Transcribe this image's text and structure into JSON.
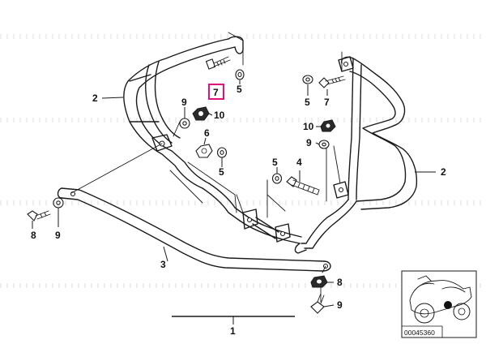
{
  "diagram": {
    "accent_color": "#e0137b",
    "labels": [
      {
        "id": "lbl-2-left",
        "text": "2"
      },
      {
        "id": "lbl-7-highlight",
        "text": "7"
      },
      {
        "id": "lbl-5-top",
        "text": "5"
      },
      {
        "id": "lbl-9-a",
        "text": "9"
      },
      {
        "id": "lbl-10-a",
        "text": "10"
      },
      {
        "id": "lbl-6",
        "text": "6"
      },
      {
        "id": "lbl-5-mid",
        "text": "5"
      },
      {
        "id": "lbl-5-right-top",
        "text": "5"
      },
      {
        "id": "lbl-7-right",
        "text": "7"
      },
      {
        "id": "lbl-10-b",
        "text": "10"
      },
      {
        "id": "lbl-9-b",
        "text": "9"
      },
      {
        "id": "lbl-2-right",
        "text": "2"
      },
      {
        "id": "lbl-5-center",
        "text": "5"
      },
      {
        "id": "lbl-4",
        "text": "4"
      },
      {
        "id": "lbl-8-left",
        "text": "8"
      },
      {
        "id": "lbl-9-left",
        "text": "9"
      },
      {
        "id": "lbl-3",
        "text": "3"
      },
      {
        "id": "lbl-8-right",
        "text": "8"
      },
      {
        "id": "lbl-9-right",
        "text": "9"
      },
      {
        "id": "lbl-1",
        "text": "1"
      }
    ],
    "thumbnail": {
      "part_number": "00045360"
    }
  }
}
